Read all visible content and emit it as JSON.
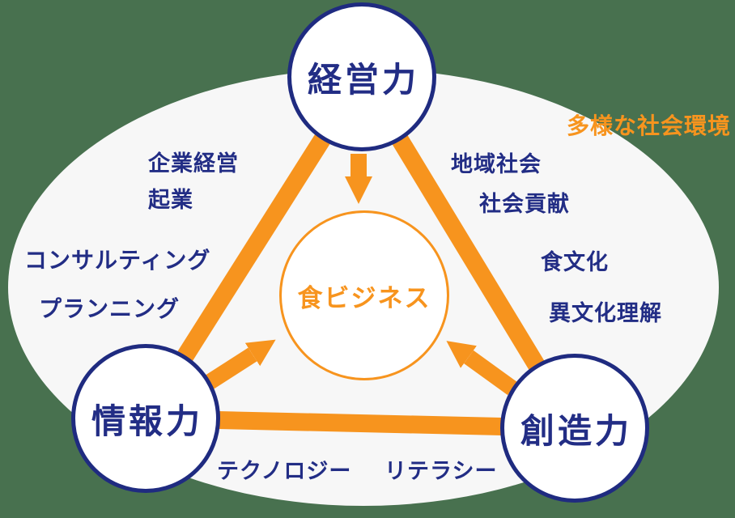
{
  "colors": {
    "background_green": "#48714f",
    "ellipse_fill": "#f7f7f7",
    "navy": "#222d85",
    "orange": "#f7941e",
    "circle_fill": "#ffffff"
  },
  "diagram": {
    "environment_label": "多様な社会環境",
    "center_node": {
      "label": "食ビジネス"
    },
    "nodes": {
      "top": {
        "label": "経営力"
      },
      "bottom_left": {
        "label": "情報力"
      },
      "bottom_right": {
        "label": "創造力"
      }
    },
    "labels": {
      "left": [
        "企業経営",
        "起業",
        "コンサルティング",
        "プランニング"
      ],
      "right": [
        "地域社会",
        "社会貢献",
        "食文化",
        "異文化理解"
      ],
      "bottom": [
        "テクノロジー",
        "リテラシー"
      ]
    }
  }
}
